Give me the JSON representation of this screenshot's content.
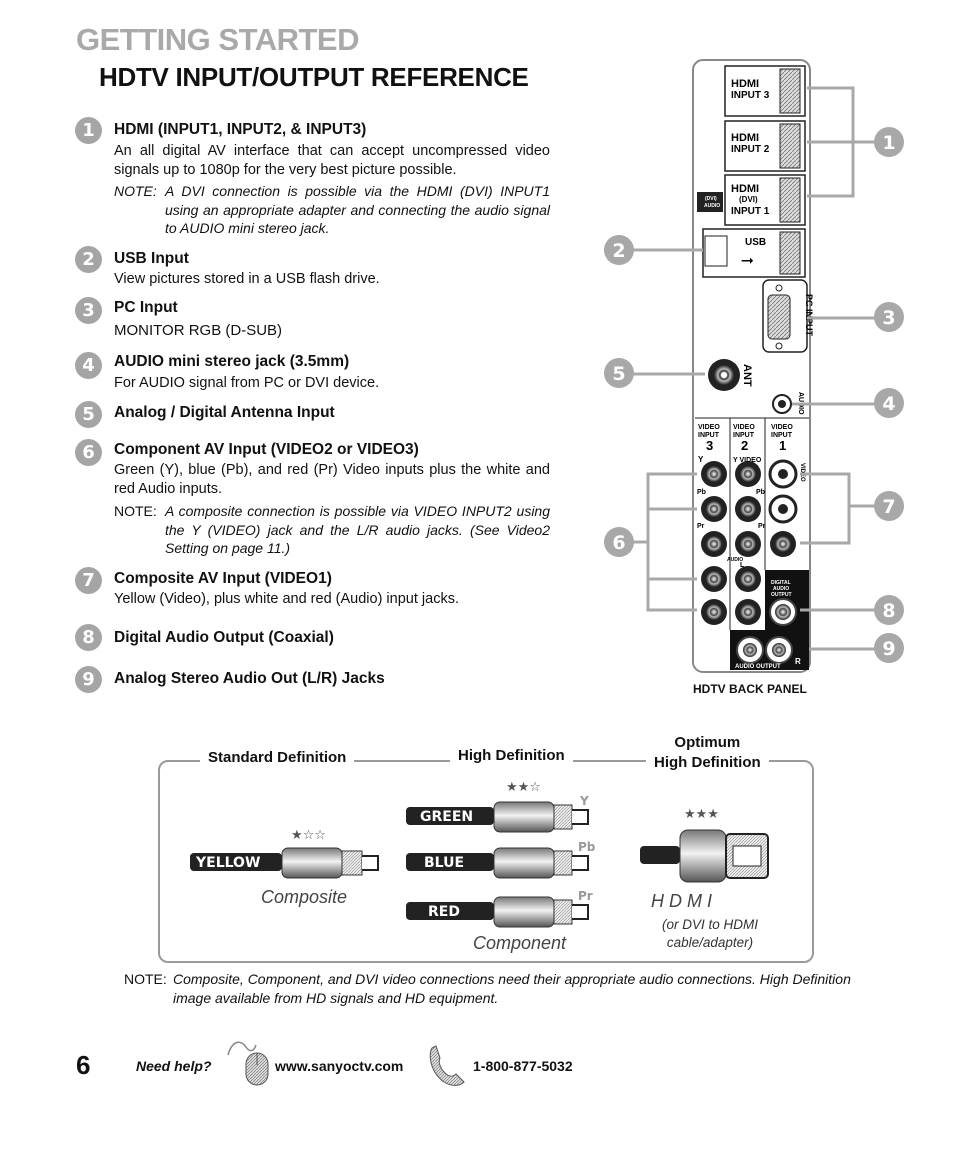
{
  "header": {
    "section_title": "GETTING STARTED",
    "page_title": "HDTV INPUT/OUTPUT REFERENCE"
  },
  "items": [
    {
      "num": "1",
      "title": "HDMI (INPUT1, INPUT2, & INPUT3)",
      "desc": "An all digital AV interface that can accept uncompressed video signals up to 1080p for the very best picture possible.",
      "note_lead": "NOTE:",
      "note": "A DVI connection is possible via the HDMI (DVI) INPUT1 using an appropriate adapter and connecting the audio signal to AUDIO mini stereo jack."
    },
    {
      "num": "2",
      "title": "USB Input",
      "desc": "View pictures stored in a USB flash drive."
    },
    {
      "num": "3",
      "title": "PC Input",
      "desc": "MONITOR RGB (D-SUB)"
    },
    {
      "num": "4",
      "title": "AUDIO mini stereo jack (3.5mm)",
      "desc": "For AUDIO signal from PC or DVI device."
    },
    {
      "num": "5",
      "title": "Analog / Digital Antenna Input"
    },
    {
      "num": "6",
      "title": "Component AV Input (VIDEO2 or VIDEO3)",
      "desc": "Green (Y), blue (Pb), and red (Pr) Video inputs plus the white and red Audio inputs.",
      "note_lead": "NOTE:",
      "note": "A composite connection is possible via VIDEO INPUT2 using the Y (VIDEO) jack and the L/R audio jacks. (See Video2 Setting on page 11.)"
    },
    {
      "num": "7",
      "title": "Composite AV Input (VIDEO1)",
      "desc": "Yellow (Video), plus white and red (Audio) input jacks."
    },
    {
      "num": "8",
      "title": "Digital Audio Output (Coaxial)"
    },
    {
      "num": "9",
      "title": "Analog Stereo Audio Out (L/R) Jacks"
    }
  ],
  "back_panel": {
    "caption": "HDTV BACK PANEL",
    "hdmi_logo": "HDMI",
    "hdmi3": "INPUT 3",
    "hdmi2": "INPUT 2",
    "hdmi1_dvi": "(DVI)",
    "hdmi1": "INPUT 1",
    "dvi_audio": "(DVI) AUDIO",
    "usb": "USB",
    "pc_input": "PC INPUT",
    "audio": "AUDIO",
    "ant": "ANT",
    "video_input": "VIDEO INPUT",
    "in3": "3",
    "in2": "2",
    "in1": "1",
    "y": "Y",
    "y_video": "Y VIDEO",
    "pb": "Pb",
    "pr": "Pr",
    "audio_l": "L",
    "audio_r": "R",
    "audio_label": "AUDIO",
    "video": "VIDEO",
    "digital_audio_output": "DIGITAL AUDIO OUTPUT",
    "audio_output": "AUDIO OUTPUT",
    "r": "R"
  },
  "callouts": [
    "1",
    "2",
    "3",
    "4",
    "5",
    "6",
    "7",
    "8",
    "9"
  ],
  "definitions": {
    "standard": "Standard Definition",
    "high": "High Definition",
    "optimum_line1": "Optimum",
    "optimum_line2": "High Definition",
    "composite": "Composite",
    "component": "Component",
    "hdmi": "H D M I",
    "hdmi_sub": "(or DVI to HDMI cable/adapter)",
    "yellow": "YELLOW",
    "green": "GREEN",
    "blue": "BLUE",
    "red": "RED",
    "y": "Y",
    "pb": "Pb",
    "pr": "Pr",
    "rating_composite": 1,
    "rating_component": 2,
    "rating_hdmi": 3
  },
  "footer": {
    "note_lead": "NOTE:",
    "note": "Composite, Component, and DVI video connections need their appropriate audio connections. High Definition image available from HD signals and HD equipment.",
    "page_number": "6",
    "need_help": "Need help?",
    "website": "www.sanyoctv.com",
    "phone": "1-800-877-5032"
  },
  "colors": {
    "badge": "#a5a5a5",
    "section_title": "#a9a9a9",
    "line": "#a8a8a8"
  }
}
